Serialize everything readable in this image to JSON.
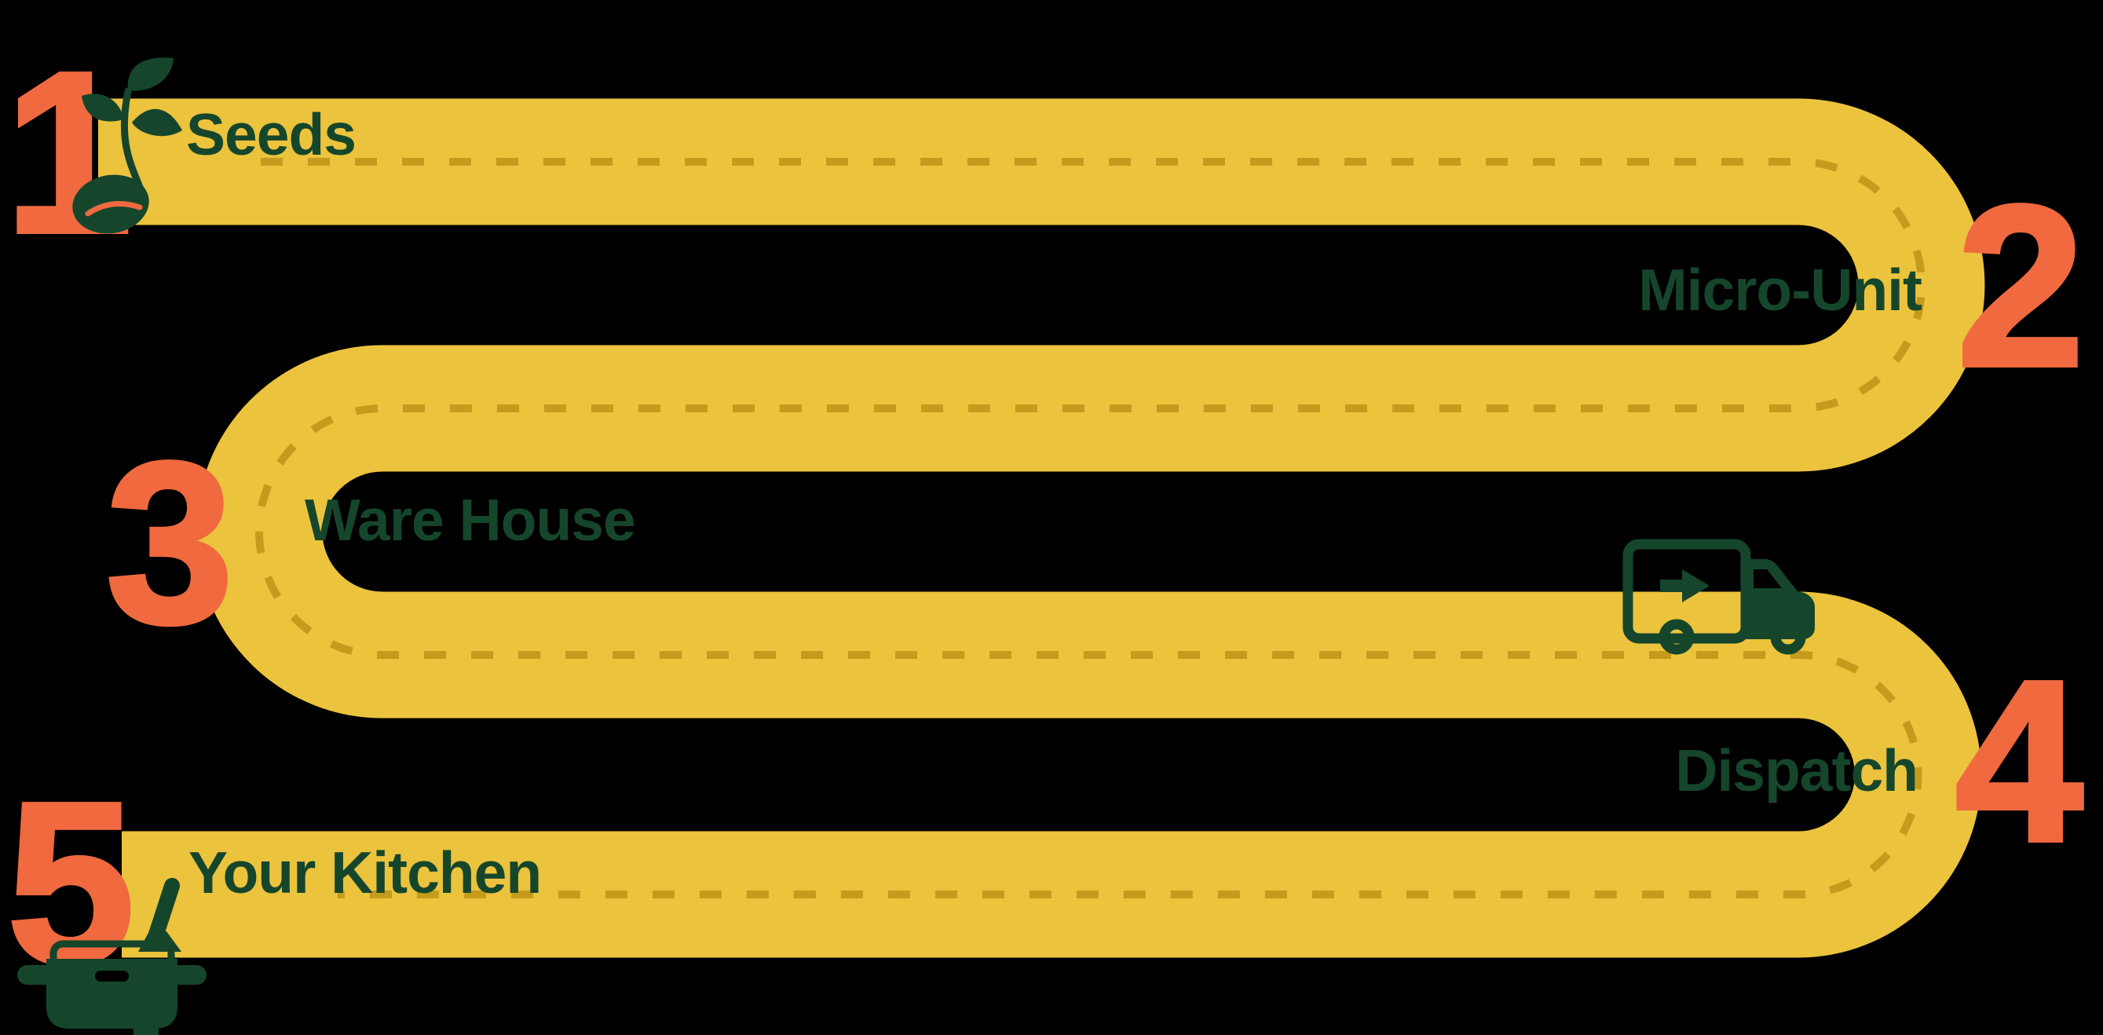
{
  "meta": {
    "description": "Farm-to-kitchen journey infographic: a winding yellow road with dashed centerline connecting five numbered steps"
  },
  "colors": {
    "background": "#000000",
    "yellow": "#EBC33D",
    "dash": "#C59B1D",
    "green": "#15462B",
    "orange": "#F0693F"
  },
  "steps": [
    {
      "number": "1",
      "label": "Seeds",
      "icon": "seedling-icon"
    },
    {
      "number": "2",
      "label": "Micro-Unit",
      "icon": ""
    },
    {
      "number": "3",
      "label": "Ware House",
      "icon": ""
    },
    {
      "number": "4",
      "label": "Dispatch",
      "icon": "delivery-truck-icon"
    },
    {
      "number": "5",
      "label": "Your Kitchen",
      "icon": "cooking-pot-icon"
    }
  ]
}
